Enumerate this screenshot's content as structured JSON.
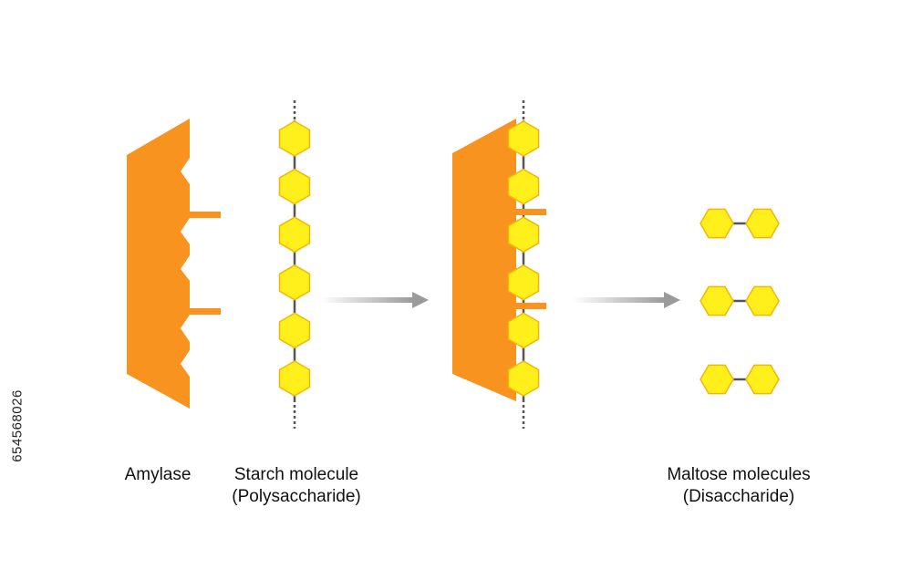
{
  "labels": {
    "amylase": "Amylase",
    "starch_line1": "Starch molecule",
    "starch_line2": "(Polysaccharide)",
    "maltose_line1": "Maltose molecules",
    "maltose_line2": "(Disaccharide)"
  },
  "watermark_id": "654568026",
  "colors": {
    "enzyme": "#F7931E",
    "glucose_fill": "#FFEF1A",
    "glucose_stroke": "#F2B705",
    "bond": "#555555",
    "arrow": "#9B9B9B"
  },
  "molecules": {
    "starch_glucose_count": 6,
    "maltose_count": 3
  }
}
